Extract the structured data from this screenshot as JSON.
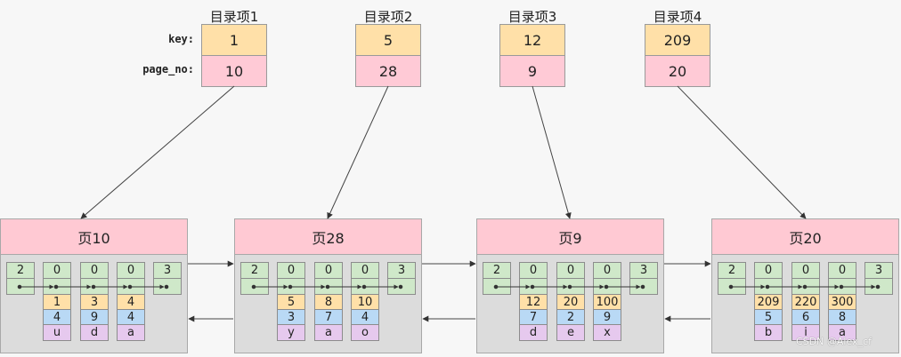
{
  "directory": {
    "key_label": "key:",
    "page_no_label": "page_no:",
    "items": [
      {
        "title": "目录项1",
        "key": "1",
        "page_no": "10"
      },
      {
        "title": "目录项2",
        "key": "5",
        "page_no": "28"
      },
      {
        "title": "目录项3",
        "key": "12",
        "page_no": "9"
      },
      {
        "title": "目录项4",
        "key": "209",
        "page_no": "20"
      }
    ]
  },
  "pages": [
    {
      "title": "页10",
      "records": [
        {
          "header": "2"
        },
        {
          "header": "0",
          "key": "1",
          "id": "4",
          "col": "u"
        },
        {
          "header": "0",
          "key": "3",
          "id": "9",
          "col": "d"
        },
        {
          "header": "0",
          "key": "4",
          "id": "4",
          "col": "a"
        },
        {
          "header": "3"
        }
      ]
    },
    {
      "title": "页28",
      "records": [
        {
          "header": "2"
        },
        {
          "header": "0",
          "key": "5",
          "id": "3",
          "col": "y"
        },
        {
          "header": "0",
          "key": "8",
          "id": "7",
          "col": "a"
        },
        {
          "header": "0",
          "key": "10",
          "id": "4",
          "col": "o"
        },
        {
          "header": "3"
        }
      ]
    },
    {
      "title": "页9",
      "records": [
        {
          "header": "2"
        },
        {
          "header": "0",
          "key": "12",
          "id": "7",
          "col": "d"
        },
        {
          "header": "0",
          "key": "20",
          "id": "2",
          "col": "e"
        },
        {
          "header": "0",
          "key": "100",
          "id": "9",
          "col": "x"
        },
        {
          "header": "3"
        }
      ]
    },
    {
      "title": "页20",
      "records": [
        {
          "header": "2"
        },
        {
          "header": "0",
          "key": "209",
          "id": "5",
          "col": "b"
        },
        {
          "header": "0",
          "key": "220",
          "id": "6",
          "col": "i"
        },
        {
          "header": "0",
          "key": "300",
          "id": "8",
          "col": "a"
        },
        {
          "header": "3"
        }
      ]
    }
  ],
  "watermark": "CSDN @Alex_cf"
}
